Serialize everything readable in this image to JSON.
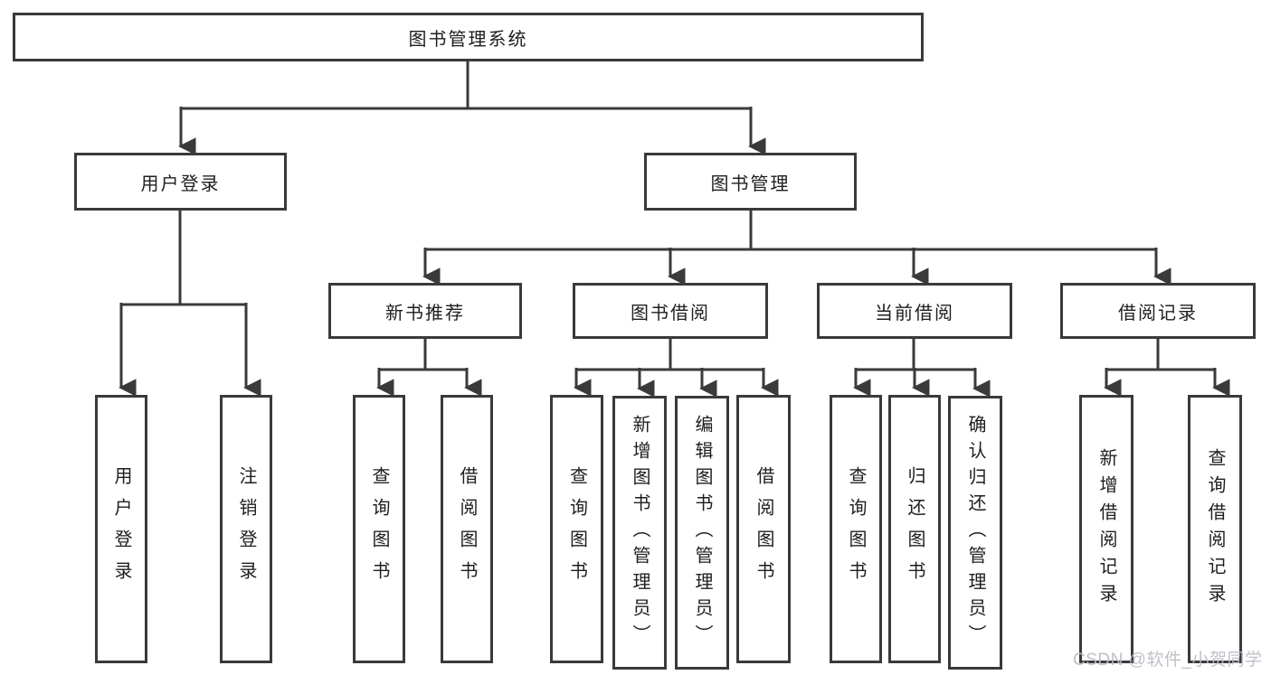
{
  "diagram_type": "hierarchy-tree",
  "colors": {
    "line": "#3a3a3a",
    "box_border": "#3a3a3a",
    "box_fill": "#ffffff",
    "text": "#1e1e1e",
    "watermark": "#babec5"
  },
  "tree": {
    "root_label": "图书管理系统",
    "branches": [
      {
        "label": "用户登录",
        "children": [
          "用户登录",
          "注销登录"
        ]
      },
      {
        "label": "图书管理",
        "sections": [
          {
            "label": "新书推荐",
            "children": [
              "查询图书",
              "借阅图书"
            ]
          },
          {
            "label": "图书借阅",
            "children": [
              "查询图书",
              "新增图书（管理员）",
              "编辑图书（管理员）",
              "借阅图书"
            ]
          },
          {
            "label": "当前借阅",
            "children": [
              "查询图书",
              "归还图书",
              "确认归还（管理员）"
            ]
          },
          {
            "label": "借阅记录",
            "children": [
              "新增借阅记录",
              "查询借阅记录"
            ]
          }
        ]
      }
    ]
  },
  "watermark": "CSDN @软件_小贺同学"
}
